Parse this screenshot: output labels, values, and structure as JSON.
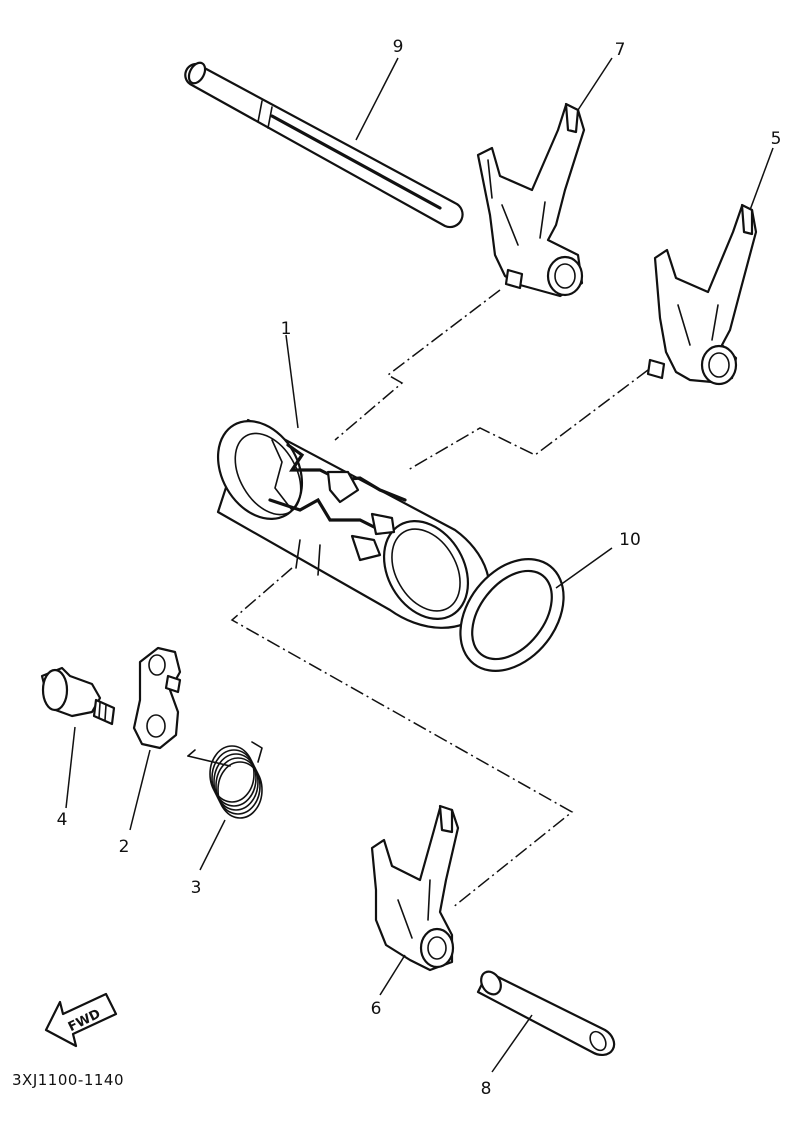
{
  "callouts": {
    "c1": "1",
    "c2": "2",
    "c3": "3",
    "c4": "4",
    "c5": "5",
    "c6": "6",
    "c7": "7",
    "c8": "8",
    "c9": "9",
    "c10": "10"
  },
  "fwd_label": "FWD",
  "reference_code": "3XJ1100-1140"
}
